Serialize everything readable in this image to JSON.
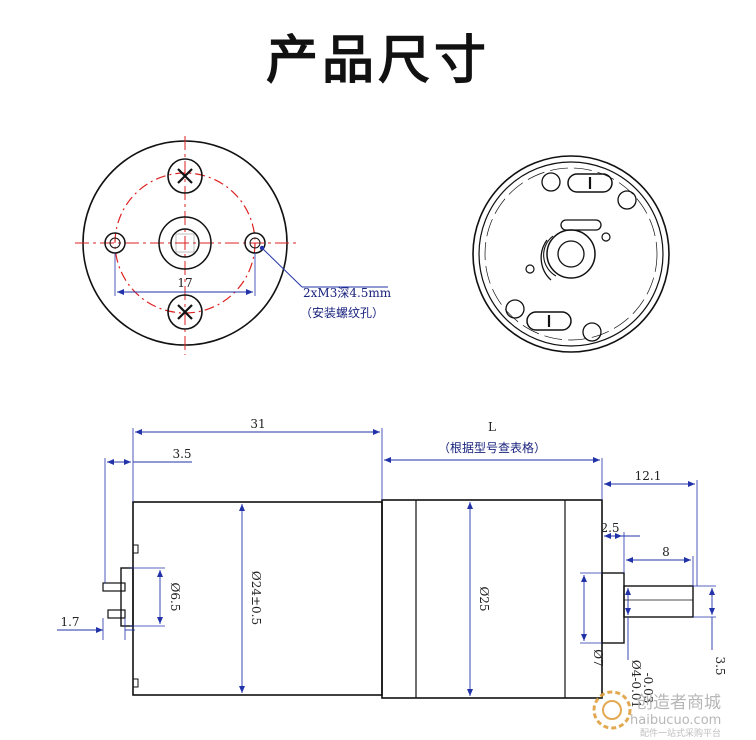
{
  "title": "产品尺寸",
  "front_view": {
    "dim_hole_spacing": "17",
    "callout_line1": "2xM3深4.5mm",
    "callout_line2": "（安装螺纹孔）"
  },
  "side_view": {
    "dim_motor_length": "31",
    "dim_gearbox_length": "L",
    "dim_gearbox_note": "（根据型号查表格）",
    "dim_terminal_offset": "3.5",
    "dim_shaft_total": "12.1",
    "dim_collar": "2.5",
    "dim_shaft": "8",
    "dim_terminal_thickness": "1.7",
    "dim_boss_diameter": "Ø6.5",
    "dim_motor_diameter": "Ø24±0.5",
    "dim_gearbox_diameter": "Ø25",
    "dim_collar_diameter": "Ø7",
    "dim_shaft_diameter": "Ø4-0.01",
    "dim_shaft_tolerance": "-0.03",
    "dim_shaft_flat": "3.5"
  },
  "watermark": {
    "brand": "创造者商城",
    "url": "haibucuo.com",
    "slogan": "配件一站式采购平台"
  },
  "colors": {
    "outline": "#111111",
    "dimension_line": "#2233aa",
    "center_line": "#d22222"
  }
}
